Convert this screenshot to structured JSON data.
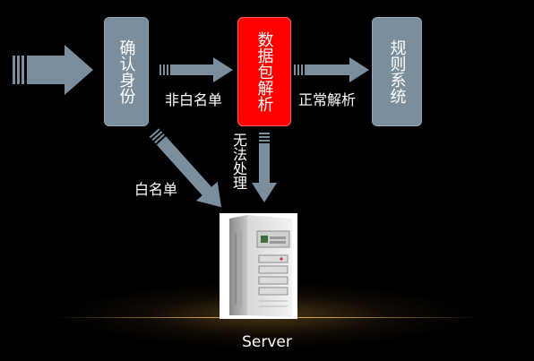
{
  "nodes": {
    "identity": "确认身份",
    "parse": "数据包解析",
    "rules": "规则系统"
  },
  "labels": {
    "non_whitelist": "非白名单",
    "normal_parse": "正常解析",
    "whitelist": "白名单",
    "cannot_process": "无法处理",
    "server": "Server"
  },
  "colors": {
    "box_gray": "#7b8e9d",
    "box_red": "#ff0000",
    "arrow_fill": "#7b8e9d"
  }
}
